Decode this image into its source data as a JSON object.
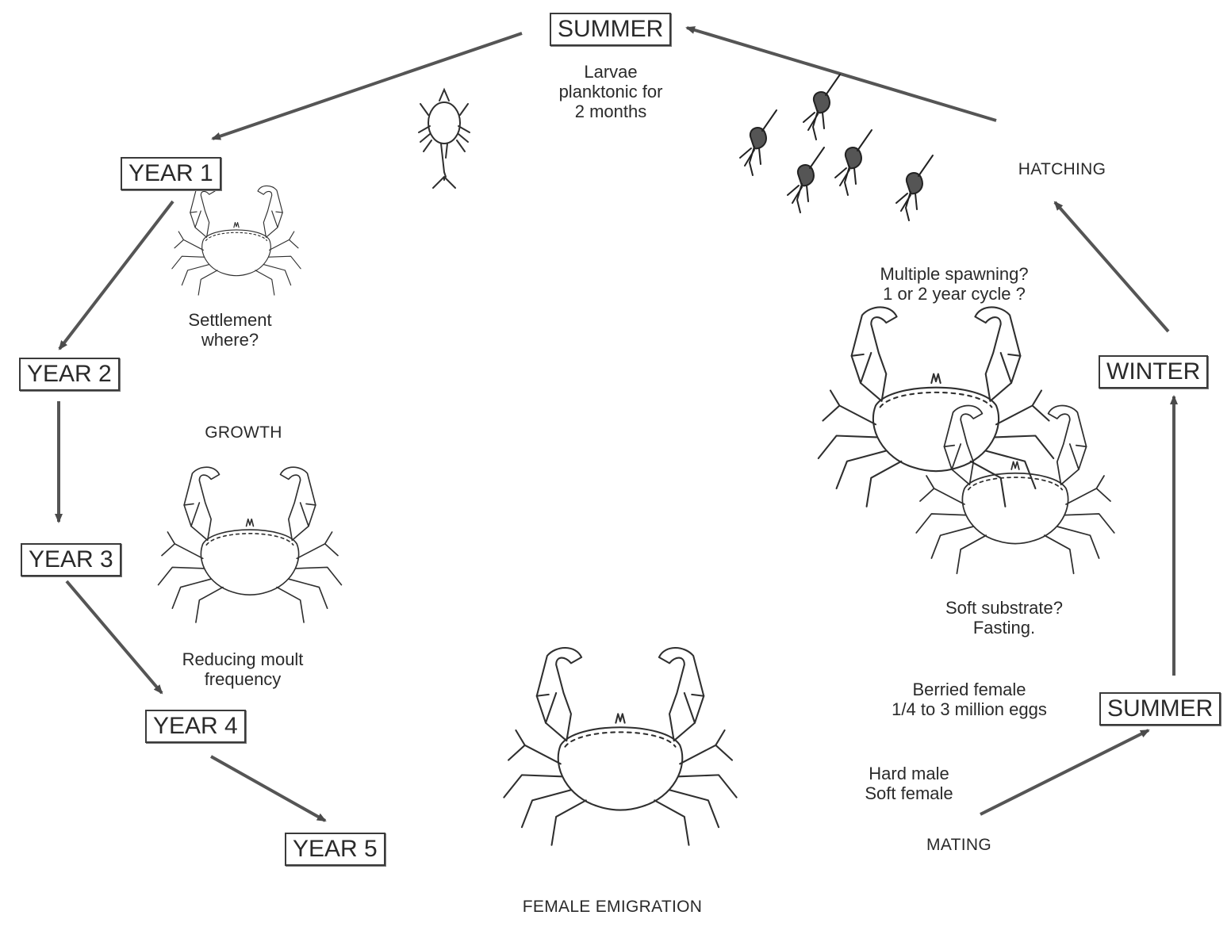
{
  "stages": {
    "summer_top": "SUMMER",
    "year1": "YEAR 1",
    "year2": "YEAR 2",
    "year3": "YEAR 3",
    "year4": "YEAR 4",
    "year5": "YEAR 5",
    "winter": "WINTER",
    "summer_right": "SUMMER"
  },
  "labels": {
    "larvae": [
      "Larvae",
      "planktonic for",
      "2 months"
    ],
    "settlement": [
      "Settlement",
      "where?"
    ],
    "growth": "GROWTH",
    "reducing": [
      "Reducing moult",
      "frequency"
    ],
    "hatching": "HATCHING",
    "spawning": [
      "Multiple spawning?",
      "1 or 2 year cycle ?"
    ],
    "soft_substrate": [
      "Soft substrate?",
      "Fasting."
    ],
    "berried": [
      "Berried female",
      "1/4 to 3 million eggs"
    ],
    "hard_soft": [
      "Hard male",
      "Soft female"
    ],
    "mating": "MATING",
    "female_emigration": "FEMALE EMIGRATION"
  },
  "icons": [
    "larva-icon",
    "zoea-larva-icon",
    "crab-icon",
    "mating-crabs-icon"
  ],
  "colors": {
    "line": "#3a3a3a",
    "arrow": "#555555"
  }
}
